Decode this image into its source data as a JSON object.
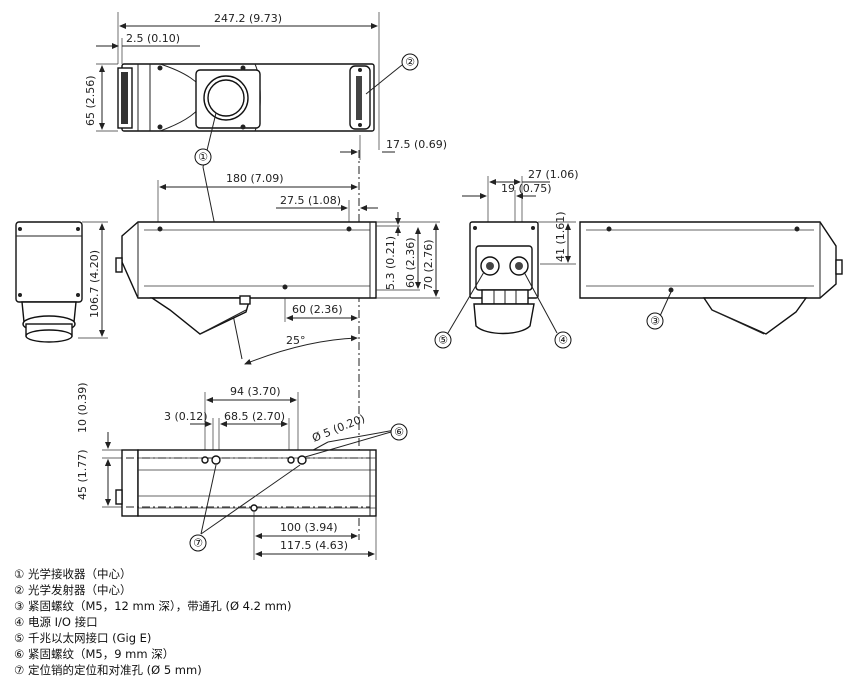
{
  "dimensions": {
    "overall_length": "247.2 (9.73)",
    "rear_offset": "2.5 (0.10)",
    "top_height": "65 (2.56)",
    "right_offset": "17.5 (0.69)",
    "length_180": "180 (7.09)",
    "offset_27_5": "27.5 (1.08)",
    "h_5_3": "5.3 (0.21)",
    "h_60": "60 (2.36)",
    "h_70": "70 (2.76)",
    "h_106_7": "106.7 (4.20)",
    "len_60": "60 (2.36)",
    "angle": "25°",
    "end_27": "27 (1.06)",
    "end_19": "19 (0.75)",
    "end_41": "41 (1.61)",
    "bot_94": "94 (3.70)",
    "bot_3": "3 (0.12)",
    "bot_68_5": "68.5 (2.70)",
    "bot_dia5": "Ø 5 (0.20)",
    "bot_10": "10 (0.39)",
    "bot_45": "45 (1.77)",
    "bot_100": "100 (3.94)",
    "bot_117_5": "117.5 (4.63)"
  },
  "callouts": {
    "c1": "①",
    "c2": "②",
    "c3": "③",
    "c4": "④",
    "c5": "⑤",
    "c6": "⑥",
    "c7": "⑦"
  },
  "legend": [
    "① 光学接收器（中心）",
    "② 光学发射器（中心）",
    "③ 紧固螺纹（M5，12 mm 深），带通孔 (Ø 4.2 mm)",
    "④ 电源 I/O 接口",
    "⑤ 千兆以太网接口 (Gig E)",
    "⑥ 紧固螺纹（M5，9 mm 深）",
    "⑦ 定位销的定位和对准孔 (Ø 5 mm)"
  ]
}
